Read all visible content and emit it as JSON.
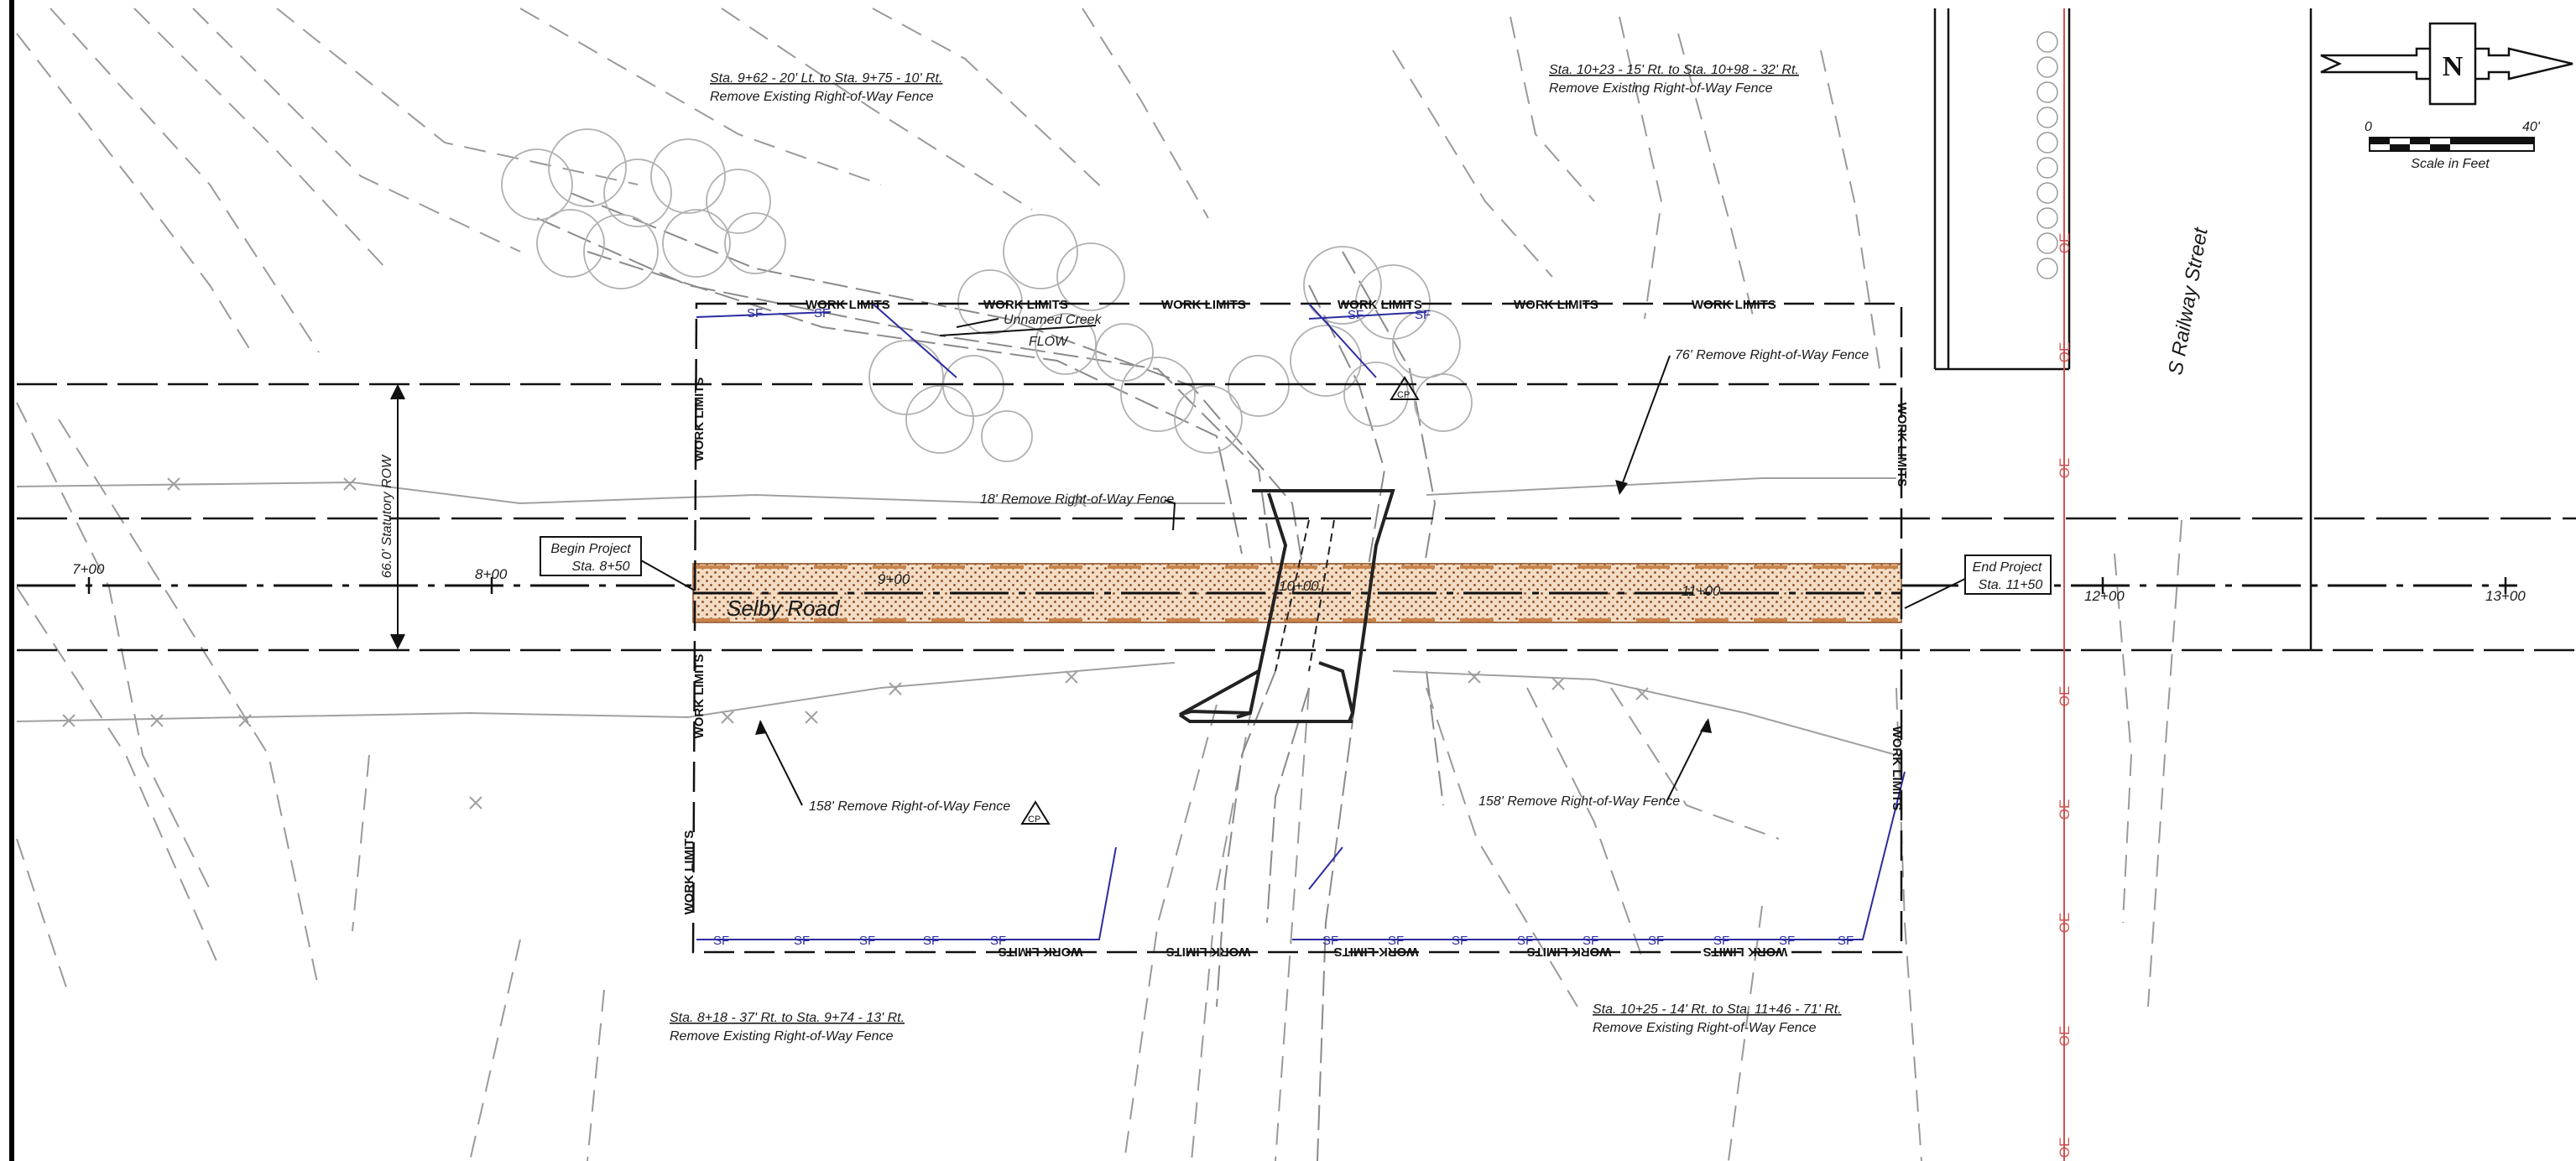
{
  "plan": {
    "road_name": "Selby Road",
    "street_name": "S Railway Street",
    "row_label": "66.0' Statutory ROW",
    "stations": [
      "7+00",
      "8+00",
      "9+00",
      "10+00",
      "11+00",
      "12+00",
      "13+00"
    ],
    "begin_project": {
      "line1": "Begin Project",
      "line2": "Sta. 8+50"
    },
    "end_project": {
      "line1": "End Project",
      "line2": "Sta. 11+50"
    },
    "creek": {
      "name": "Unnamed Creek",
      "flow": "FLOW"
    },
    "work_limits": "WORK LIMITS",
    "silt_fence": "SF",
    "overhead_electric": "OE",
    "cp_symbol": "CP",
    "fence_notes": [
      {
        "station": "Sta. 9+62 - 20' Lt. to Sta. 9+75 - 10' Rt.",
        "action": "Remove Existing Right-of-Way Fence"
      },
      {
        "station": "Sta. 10+23 - 15' Rt. to Sta. 10+98 - 32' Rt.",
        "action": "Remove Existing Right-of-Way Fence"
      },
      {
        "station": "Sta. 8+18 - 37' Rt. to Sta. 9+74 - 13' Rt.",
        "action": "Remove Existing Right-of-Way Fence"
      },
      {
        "station": "Sta. 10+25 - 14' Rt. to Sta. 11+46 - 71' Rt.",
        "action": "Remove Existing Right-of-Way Fence"
      }
    ],
    "callouts": [
      "76' Remove Right-of-Way Fence",
      "18' Remove Right-of-Way Fence",
      "158' Remove Right-of-Way Fence",
      "158' Remove Right-of-Way Fence"
    ]
  },
  "north_arrow": {
    "letter": "N"
  },
  "scale_bar": {
    "start": "0",
    "end": "40'",
    "caption": "Scale in Feet"
  },
  "colors": {
    "line": "#1a1a1a",
    "contour": "#9a9a9a",
    "silt_fence": "#2c2ca0",
    "overhead_electric": "#d05050",
    "pavement": "#c8844a",
    "pavement_fill": "#f3dcc4"
  }
}
